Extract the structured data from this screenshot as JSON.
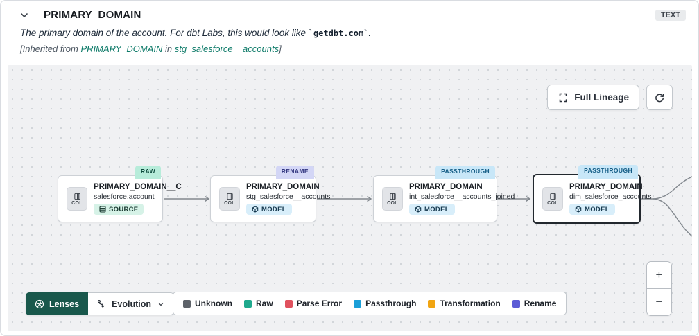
{
  "header": {
    "title": "PRIMARY_DOMAIN",
    "type_badge": "TEXT",
    "description_prefix": "The primary domain of the account. For dbt Labs, this would look like ",
    "description_code": "`getdbt.com`",
    "description_suffix": ".",
    "inherited_prefix": "[Inherited from ",
    "inherited_link_column": "PRIMARY_DOMAIN",
    "inherited_mid": " in ",
    "inherited_link_model": "stg_salesforce__accounts",
    "inherited_suffix": "]"
  },
  "toolbar": {
    "full_lineage_label": "Full Lineage"
  },
  "nodes": [
    {
      "badge": "RAW",
      "title": "PRIMARY_DOMAIN__C",
      "subtitle": "salesforce.account",
      "type": "SOURCE",
      "col_label": "COL"
    },
    {
      "badge": "RENAME",
      "title": "PRIMARY_DOMAIN",
      "subtitle": "stg_salesforce__accounts",
      "type": "MODEL",
      "col_label": "COL"
    },
    {
      "badge": "PASSTHROUGH",
      "title": "PRIMARY_DOMAIN",
      "subtitle": "int_salesforce__accounts_joined",
      "type": "MODEL",
      "col_label": "COL"
    },
    {
      "badge": "PASSTHROUGH",
      "title": "PRIMARY_DOMAIN",
      "subtitle": "dim_salesforce_accounts",
      "type": "MODEL",
      "col_label": "COL"
    }
  ],
  "lenses": {
    "label": "Lenses",
    "selected_lens": "Evolution"
  },
  "legend": [
    {
      "label": "Unknown",
      "color": "#5d6269"
    },
    {
      "label": "Raw",
      "color": "#1fa98d"
    },
    {
      "label": "Parse Error",
      "color": "#e0515e"
    },
    {
      "label": "Passthrough",
      "color": "#1b9fd8"
    },
    {
      "label": "Transformation",
      "color": "#f1a512"
    },
    {
      "label": "Rename",
      "color": "#5c5cd6"
    }
  ],
  "zoom_controls": {
    "zoom_in": "+",
    "zoom_out": "−"
  },
  "colors": {
    "accent_green": "#19584c",
    "link_teal": "#0d7a68",
    "canvas_bg": "#f0f1f3"
  }
}
